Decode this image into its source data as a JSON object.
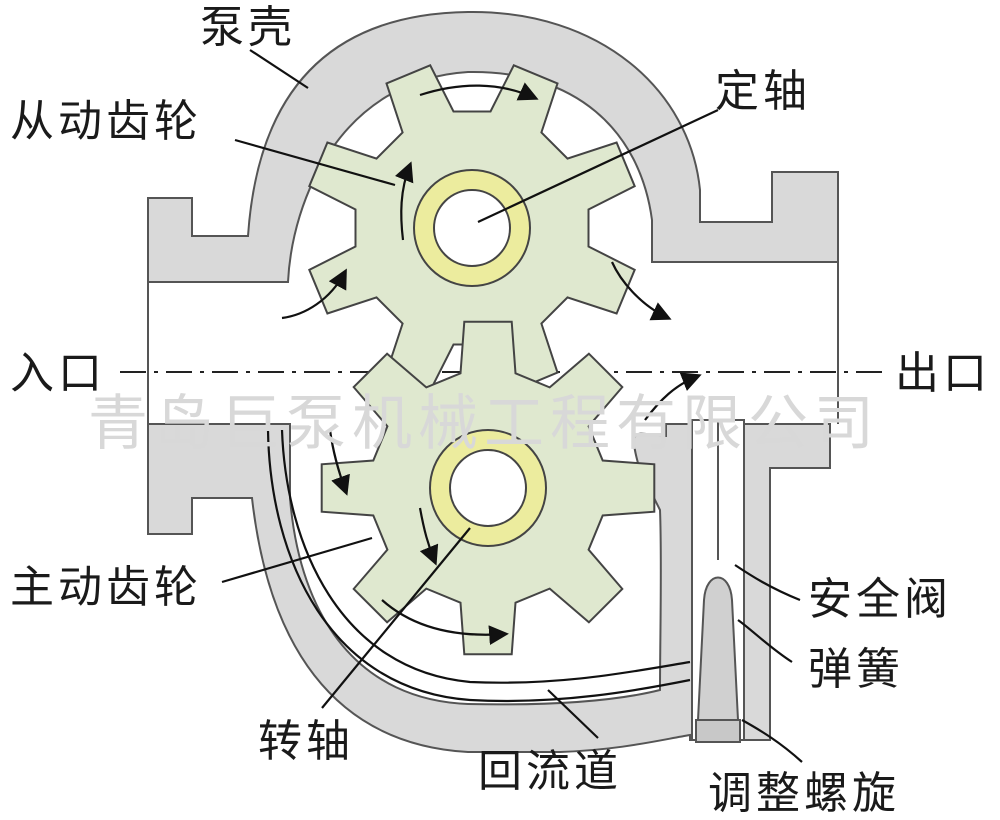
{
  "labels": {
    "pump_casing": "泵壳",
    "driven_gear": "从动齿轮",
    "fixed_shaft": "定轴",
    "inlet": "入口",
    "outlet": "出口",
    "drive_gear": "主动齿轮",
    "safety_valve": "安全阀",
    "spring": "弹簧",
    "rotating_shaft": "转轴",
    "return_channel": "回流道",
    "adjusting_screw": "调整螺旋"
  },
  "watermark": "青岛巨泵机械工程有限公司",
  "colors": {
    "casing": "#d9d9d9",
    "casing_stroke": "#555555",
    "gear": "#dfe8cf",
    "gear_stroke": "#444444",
    "bushing": "#ecec9e",
    "background": "#ffffff"
  }
}
